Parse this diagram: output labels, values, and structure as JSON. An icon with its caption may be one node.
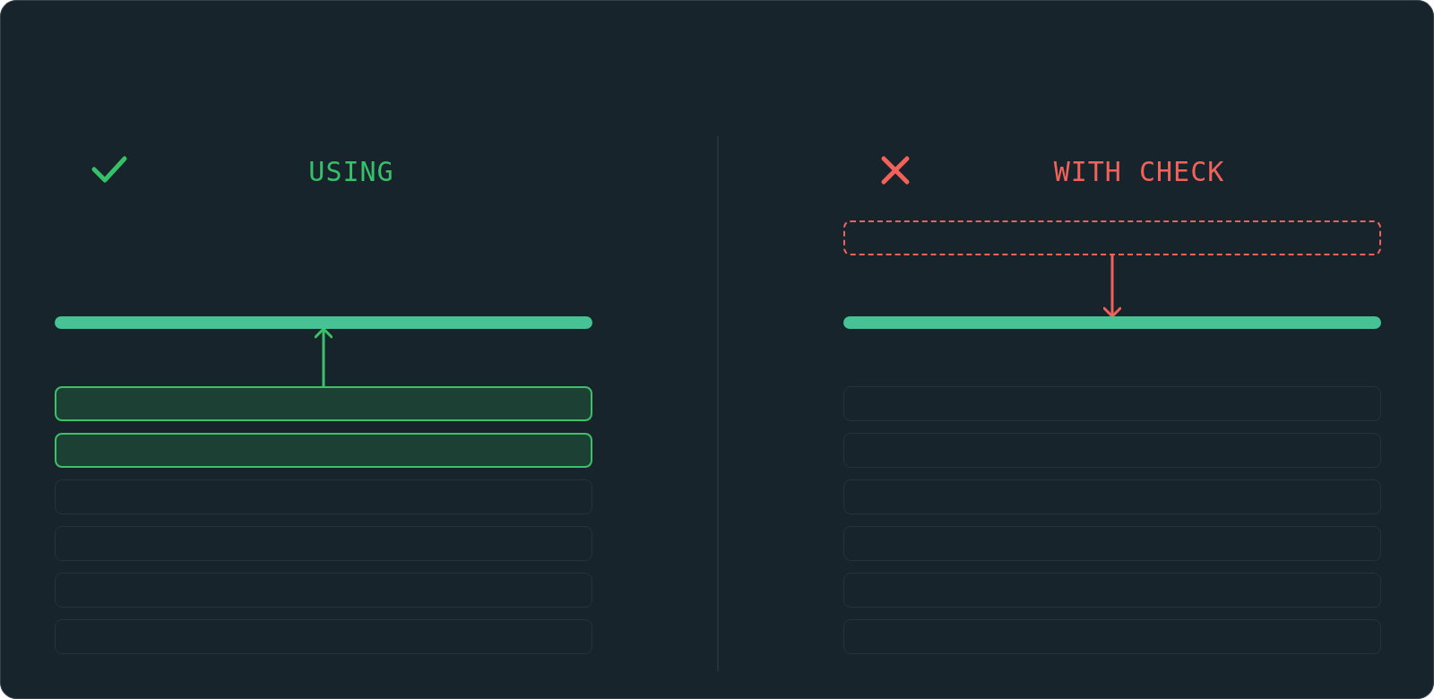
{
  "diagram": {
    "nodes": [
      {
        "text": [],
        "shape": "bar"
      },
      {
        "text": [],
        "shape": "box"
      },
      {
        "text": [],
        "shape": "box"
      },
      {
        "text": [],
        "shape": "box"
      },
      {
        "text": [],
        "shape": "box"
      },
      {
        "text": [],
        "shape": "box"
      },
      {
        "text": [],
        "shape": "box"
      },
      {
        "text": [],
        "shape": "box"
      },
      {
        "text": [],
        "shape": "bar"
      },
      {
        "text": [],
        "shape": "box"
      },
      {
        "text": [],
        "shape": "box"
      },
      {
        "text": [],
        "shape": "box"
      },
      {
        "text": [],
        "shape": "box"
      },
      {
        "text": [],
        "shape": "box"
      },
      {
        "text": [],
        "shape": "box"
      }
    ],
    "edges": [
      {
        "from": 1,
        "to": 0,
        "arrow": "to",
        "color": "#3cc168"
      },
      {
        "from": 7,
        "to": 8,
        "arrow": "to",
        "color": "#f0625a"
      }
    ],
    "labels": [
      "USING",
      "WITH CHECK"
    ]
  }
}
